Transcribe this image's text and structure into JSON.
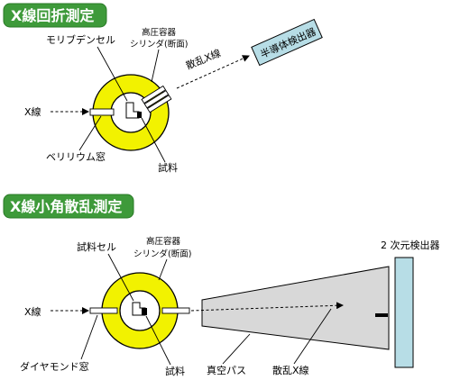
{
  "diffraction": {
    "badge": "X線回折測定",
    "cell_label": "モリブデンセル",
    "vessel_line1": "高圧容器",
    "vessel_line2": "シリンダ(断面)",
    "xray_in": "X線",
    "window_label": "ベリリウム窓",
    "sample_label": "試料",
    "scattered_label": "散乱X線",
    "detector_label": "半導体検出器"
  },
  "saxs": {
    "badge": "X線小角散乱測定",
    "cell_label": "試料セル",
    "vessel_line1": "高圧容器",
    "vessel_line2": "シリンダ(断面)",
    "xray_in": "X線",
    "window_label": "ダイヤモンド窓",
    "sample_label": "試料",
    "vacuum_label": "真空パス",
    "scattered_label": "散乱X線",
    "detector_label": "2 次元検出器"
  },
  "colors": {
    "badge_green": "#3e9a3a",
    "ring_yellow": "#f2f200",
    "detector_blue": "#b7dde6",
    "cone_gray": "#d8d8d8"
  }
}
